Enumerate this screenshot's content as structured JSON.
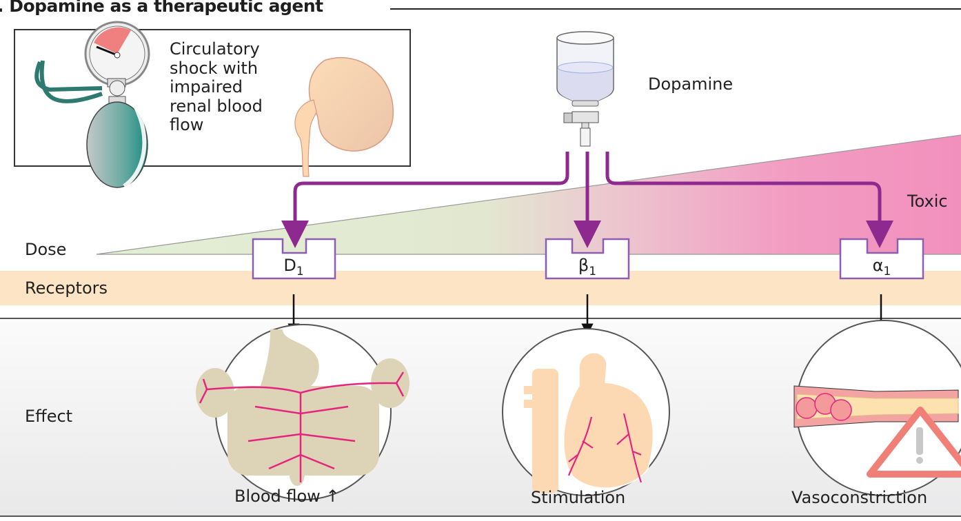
{
  "title": ". Dopamine as a therapeutic agent",
  "condition": {
    "text_lines": [
      "Circulatory",
      "shock with",
      "impaired",
      "renal blood",
      "flow"
    ]
  },
  "drug": {
    "label": "Dopamine"
  },
  "dose": {
    "label": "Dose",
    "high_label": "Toxic",
    "low_color": "#e2efd4",
    "high_color": "#f294bf"
  },
  "receptors": {
    "row_label": "Receptors",
    "items": [
      {
        "symbol": "D",
        "subscript": "1",
        "effect": "Blood flow",
        "effect_suffix": "↑"
      },
      {
        "symbol": "β",
        "subscript": "1",
        "effect": "Stimulation",
        "effect_suffix": ""
      },
      {
        "symbol": "α",
        "subscript": "1",
        "effect": "Vasoconstriction",
        "effect_suffix": ""
      }
    ]
  },
  "effect": {
    "row_label": "Effect"
  },
  "colors": {
    "arrow_purple": "#8e2a8f",
    "receptor_border": "#8c5db0",
    "band": "#fde4c5",
    "vessel_pink": "#e6247e",
    "warning": "#f07f78"
  }
}
